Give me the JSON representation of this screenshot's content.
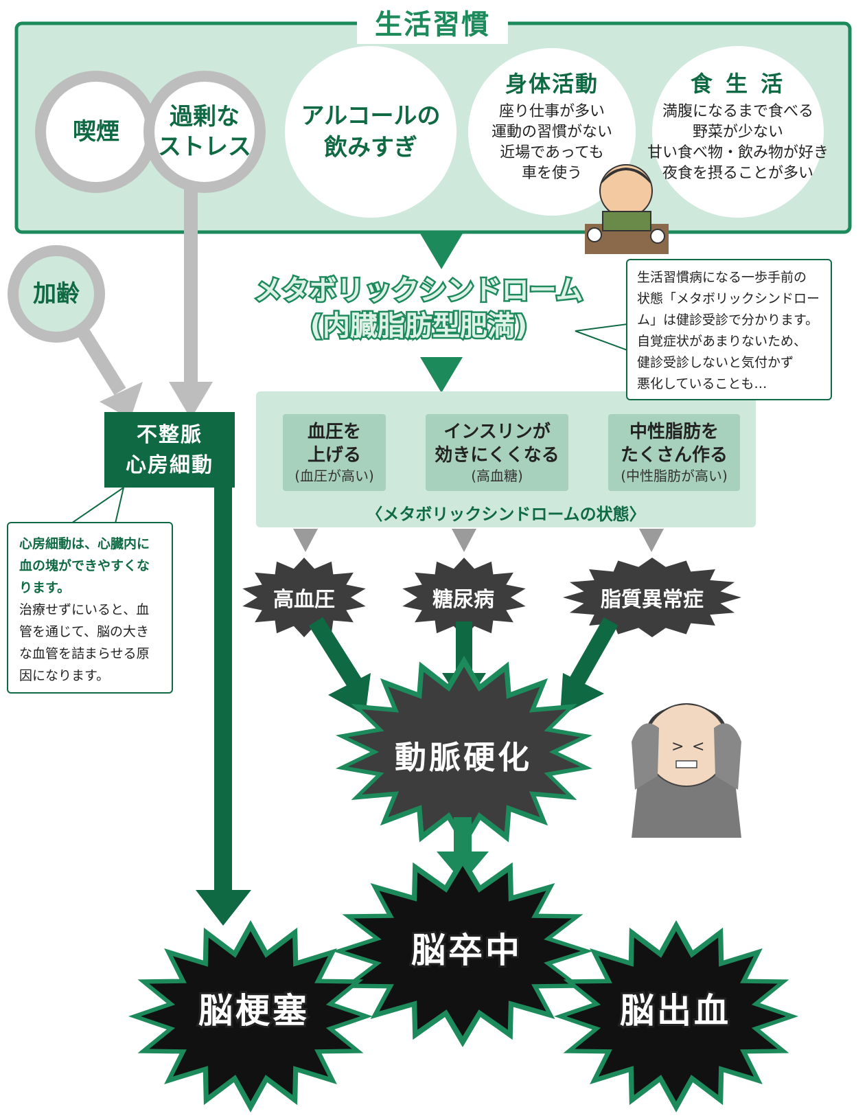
{
  "lifestyle": {
    "title": "生活習慣",
    "smoking": "喫煙",
    "stress_line1": "過剰な",
    "stress_line2": "ストレス",
    "alcohol_line1": "アルコールの",
    "alcohol_line2": "飲みすぎ",
    "activity": {
      "title": "身体活動",
      "items": [
        "座り仕事が多い",
        "運動の習慣がない",
        "近場であっても",
        "車を使う"
      ]
    },
    "diet": {
      "title": "食 生 活",
      "items": [
        "満腹になるまで食べる",
        "野菜が少ない",
        "甘い食べ物・飲み物が好き",
        "夜食を摂ることが多い"
      ]
    }
  },
  "aging": "加齢",
  "metabolic": {
    "title_line1": "メタボリックシンドローム",
    "title_line2": "(内臓脂肪型肥満)"
  },
  "metabolic_note": {
    "lines": [
      "生活習慣病になる一歩手前の",
      "状態「メタボリックシンドロー",
      "ム」は健診受診で分かります。",
      "自覚症状があまりないため、",
      "健診受診しないと気付かず",
      "悪化していることも…"
    ]
  },
  "arrhythmia": {
    "line1": "不整脈",
    "line2": "心房細動"
  },
  "af_note": {
    "lines_green": [
      "心房細動は、心臓内に",
      "血の塊ができやすくな",
      "ります。"
    ],
    "lines_black": [
      "治療せずにいると、血",
      "管を通じて、脳の大き",
      "な血管を詰まらせる原",
      "因になります。"
    ]
  },
  "state_panel": {
    "caption": "〈メタボリックシンドロームの状態〉",
    "boxes": [
      {
        "line1": "血圧を",
        "line2": "上げる",
        "sub": "(血圧が高い)"
      },
      {
        "line1": "インスリンが",
        "line2": "効きにくくなる",
        "sub": "(高血糖)"
      },
      {
        "line1": "中性脂肪を",
        "line2": "たくさん作る",
        "sub": "(中性脂肪が高い)"
      }
    ]
  },
  "diseases": {
    "hypertension": "高血圧",
    "diabetes": "糖尿病",
    "dyslipidemia": "脂質異常症"
  },
  "arteriosclerosis": "動脈硬化",
  "outcomes": {
    "stroke": "脳卒中",
    "infarction": "脳梗塞",
    "hemorrhage": "脳出血"
  },
  "colors": {
    "dark_green": "#0f6a44",
    "mid_green": "#1d8a5c",
    "panel_green": "#cfe8dc",
    "box_green": "#a8d1bd",
    "gray": "#bdbdbd",
    "burst_dark": "#3d3d3d",
    "burst_black": "#111111"
  }
}
